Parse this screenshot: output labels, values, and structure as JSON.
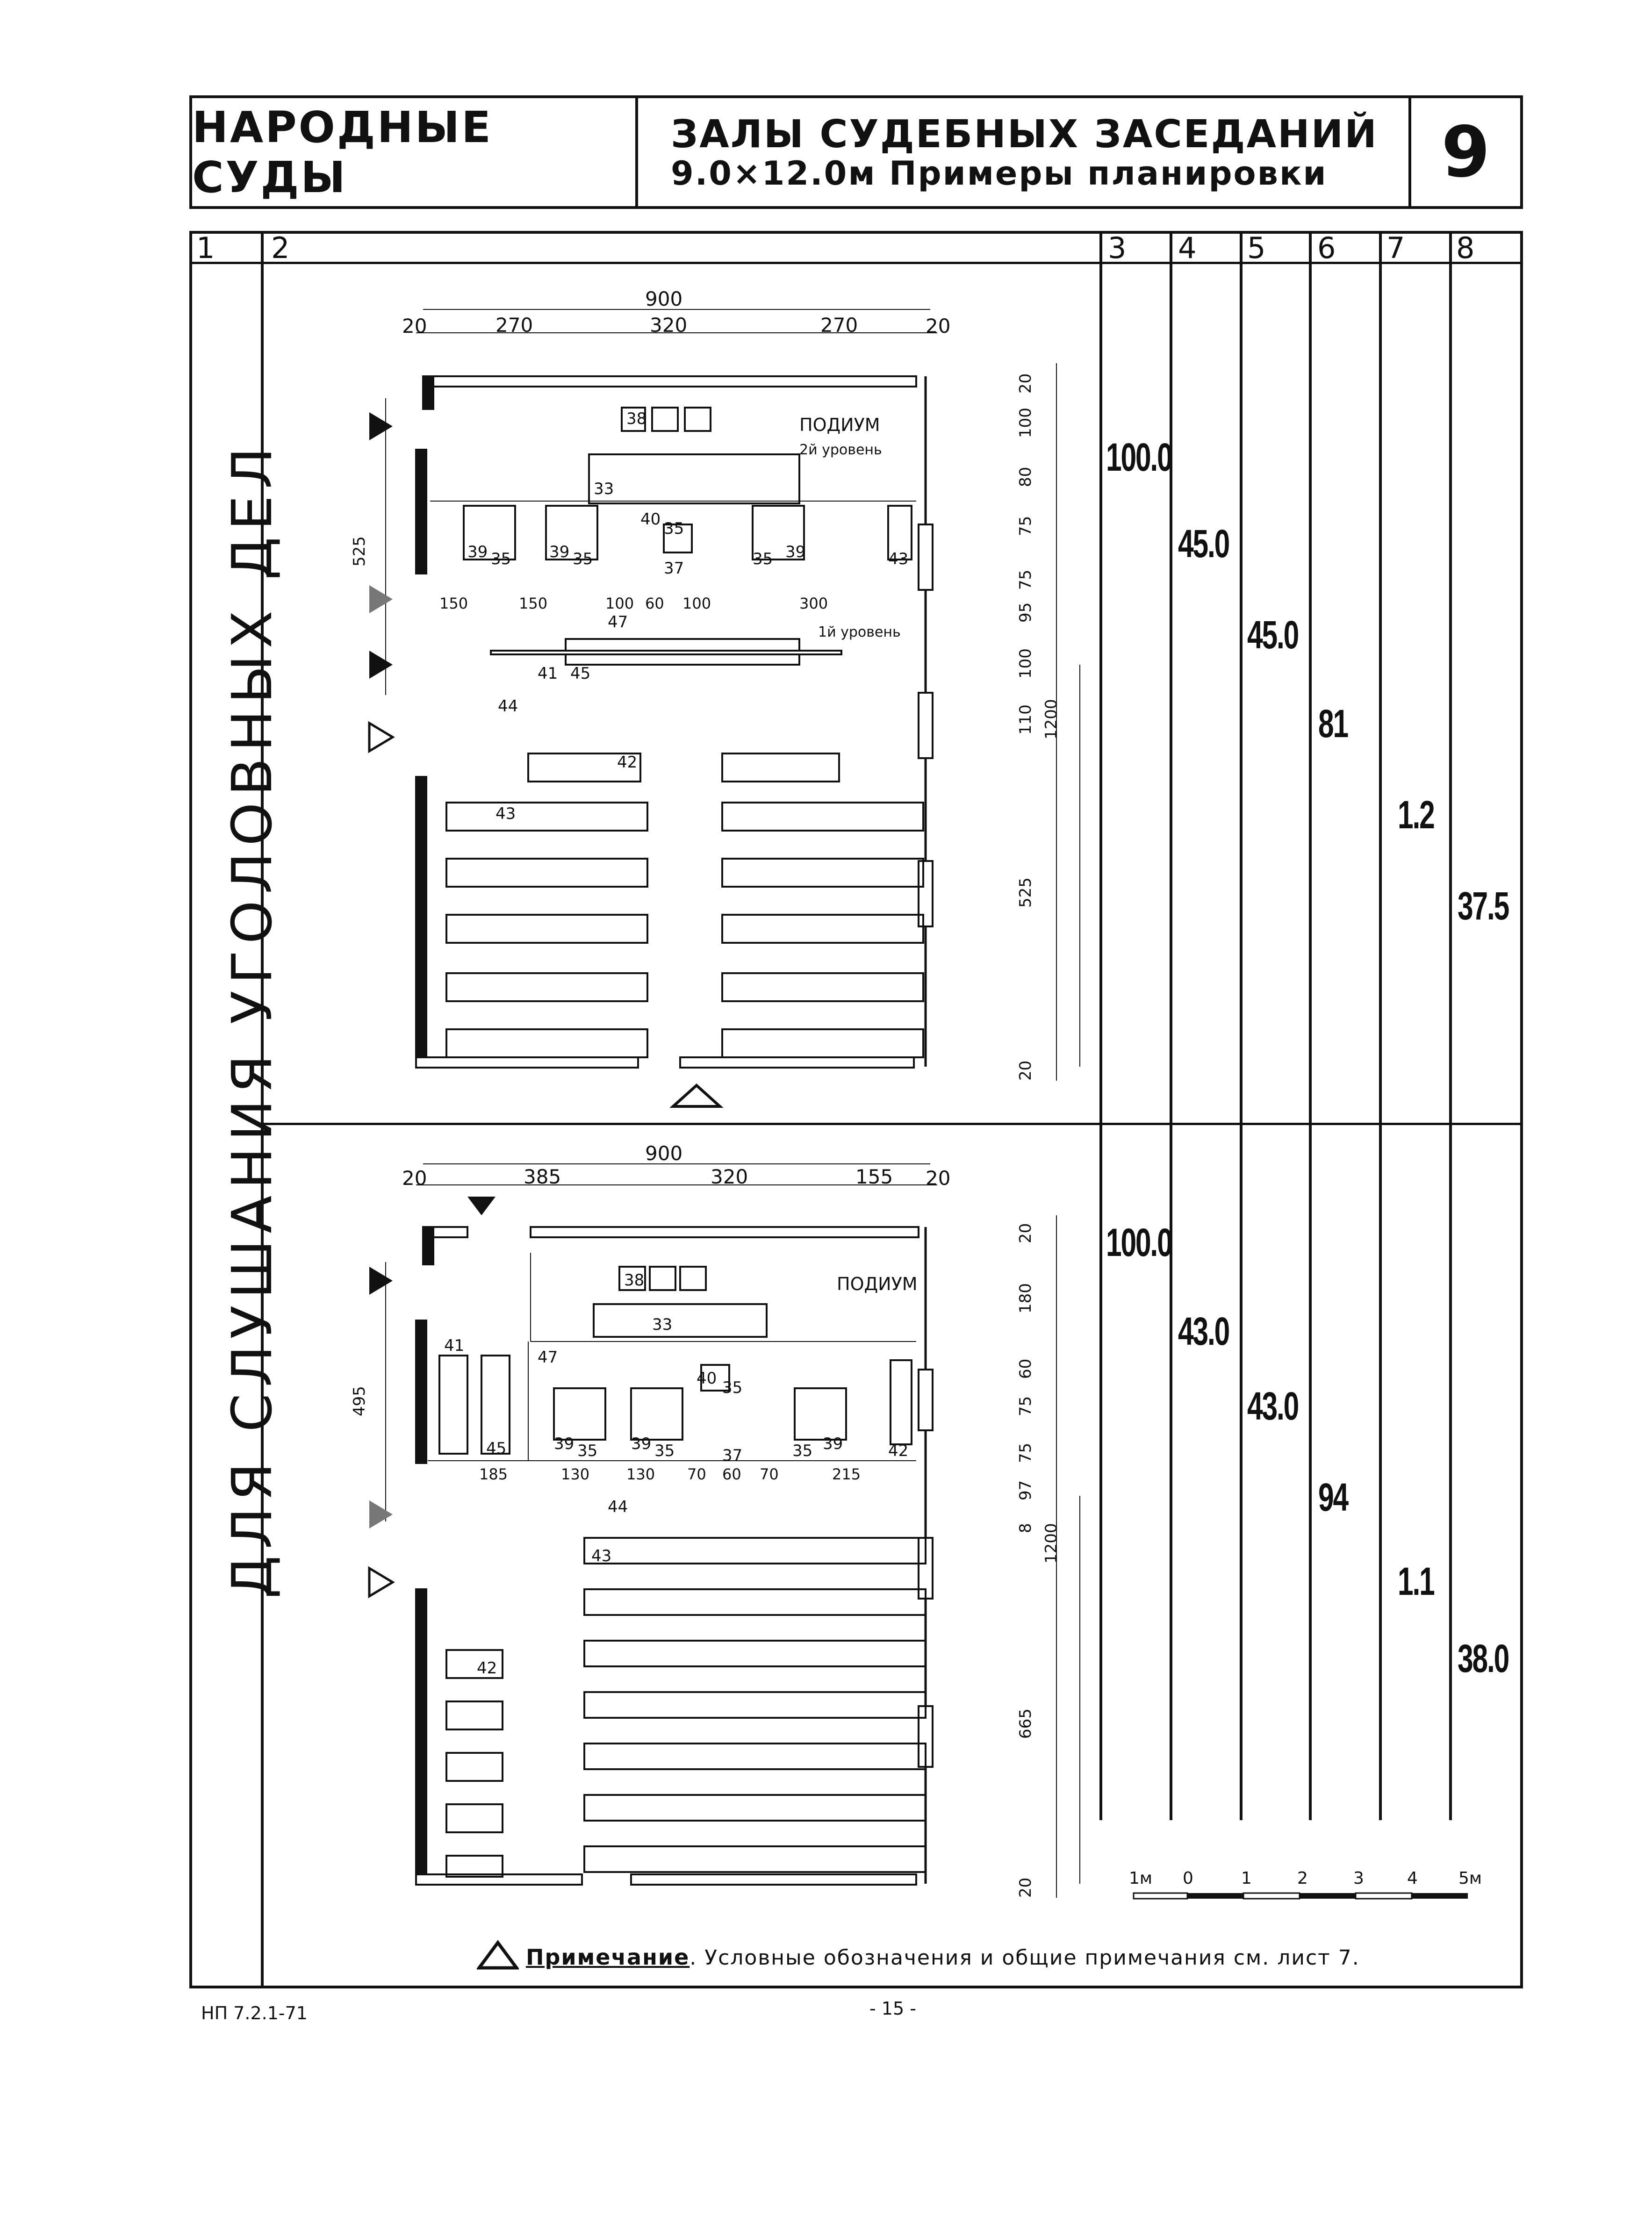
{
  "header": {
    "left": "НАРОДНЫЕ СУДЫ",
    "title_line1": "ЗАЛЫ СУДЕБНЫХ ЗАСЕДАНИЙ",
    "title_line2": "9.0×12.0м Примеры планировки",
    "sheet": "9"
  },
  "columns": [
    "1",
    "2",
    "3",
    "4",
    "5",
    "6",
    "7",
    "8"
  ],
  "side_label": "ДЛЯ СЛУШАНИЯ УГОЛОВНЫХ ДЕЛ",
  "rows": [
    {
      "values": {
        "c3": "100.0",
        "c4": "45.0",
        "c5": "45.0",
        "c6": "81",
        "c7": "1.2",
        "c8": "37.5"
      },
      "plan": {
        "width_total": "900",
        "widths": [
          "20",
          "270",
          "320",
          "270",
          "20"
        ],
        "heights": [
          "20",
          "100",
          "80",
          "75",
          "75",
          "95",
          "100",
          "110",
          "525",
          "20"
        ],
        "height_total": "1200",
        "left_dim": "525",
        "bottom_dims": [
          "150",
          "150",
          "100",
          "60",
          "100",
          "300"
        ],
        "podium": "ПОДИУМ",
        "level2": "2й уровень",
        "level1": "1й уровень",
        "labels": [
          "38",
          "33",
          "40",
          "35",
          "39",
          "35",
          "39",
          "35",
          "37",
          "35",
          "39",
          "43",
          "47",
          "41",
          "45",
          "44",
          "42",
          "43"
        ]
      }
    },
    {
      "values": {
        "c3": "100.0",
        "c4": "43.0",
        "c5": "43.0",
        "c6": "94",
        "c7": "1.1",
        "c8": "38.0"
      },
      "plan": {
        "width_total": "900",
        "widths": [
          "20",
          "385",
          "320",
          "155",
          "20"
        ],
        "heights": [
          "20",
          "180",
          "60",
          "75",
          "75",
          "97",
          "8",
          "665",
          "20"
        ],
        "height_total": "1200",
        "left_dim": "495",
        "bottom_dims": [
          "185",
          "130",
          "130",
          "70",
          "60",
          "70",
          "215"
        ],
        "podium": "ПОДИУМ",
        "labels": [
          "38",
          "33",
          "41",
          "47",
          "40",
          "35",
          "45",
          "39",
          "35",
          "39",
          "35",
          "37",
          "35",
          "39",
          "42",
          "44",
          "43",
          "42"
        ]
      }
    }
  ],
  "scale": {
    "labels": [
      "1м",
      "0",
      "1",
      "2",
      "3",
      "4",
      "5м"
    ]
  },
  "note": {
    "title": "Примечание",
    "text": ". Условные обозначения и общие примечания см. лист 7."
  },
  "footer": {
    "code": "НП 7.2.1-71",
    "page": "- 15 -"
  }
}
